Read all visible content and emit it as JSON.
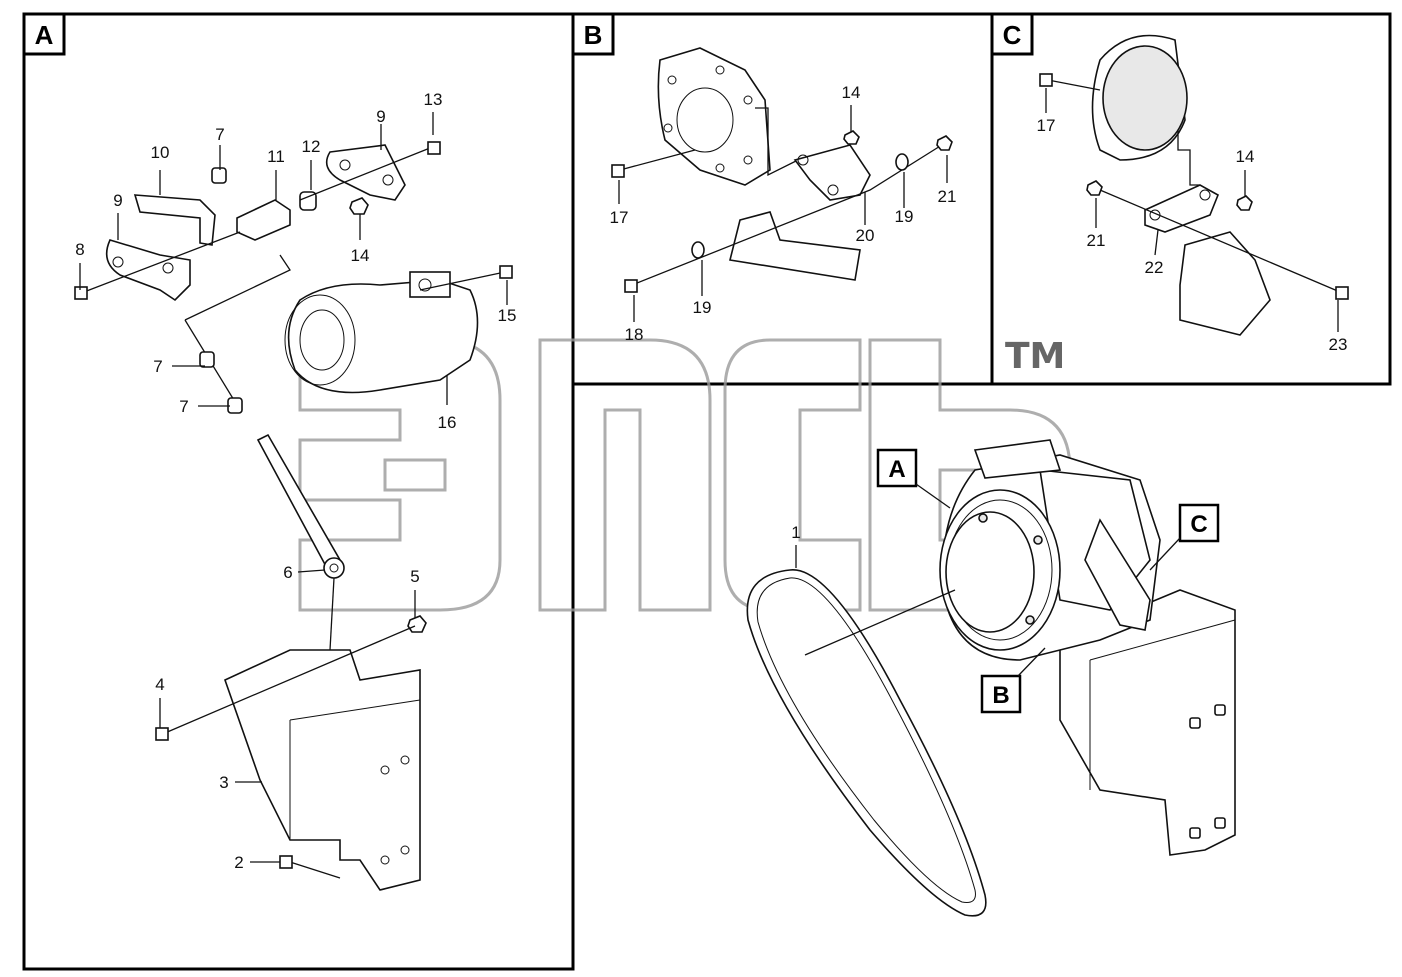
{
  "panels": [
    {
      "id": "A",
      "label": "A"
    },
    {
      "id": "B",
      "label": "B"
    },
    {
      "id": "C",
      "label": "C"
    }
  ],
  "callouts": {
    "a": "A",
    "b": "B",
    "c": "C"
  },
  "watermark": {
    "trademark": "TM"
  },
  "part_numbers": {
    "A": [
      "13",
      "9",
      "7",
      "10",
      "11",
      "12",
      "9",
      "8",
      "14",
      "15",
      "7",
      "7",
      "16",
      "6",
      "5",
      "4",
      "3",
      "2"
    ],
    "B": [
      "14",
      "17",
      "21",
      "19",
      "20",
      "18",
      "19"
    ],
    "C": [
      "17",
      "14",
      "21",
      "22",
      "23"
    ],
    "main": [
      "1"
    ]
  }
}
